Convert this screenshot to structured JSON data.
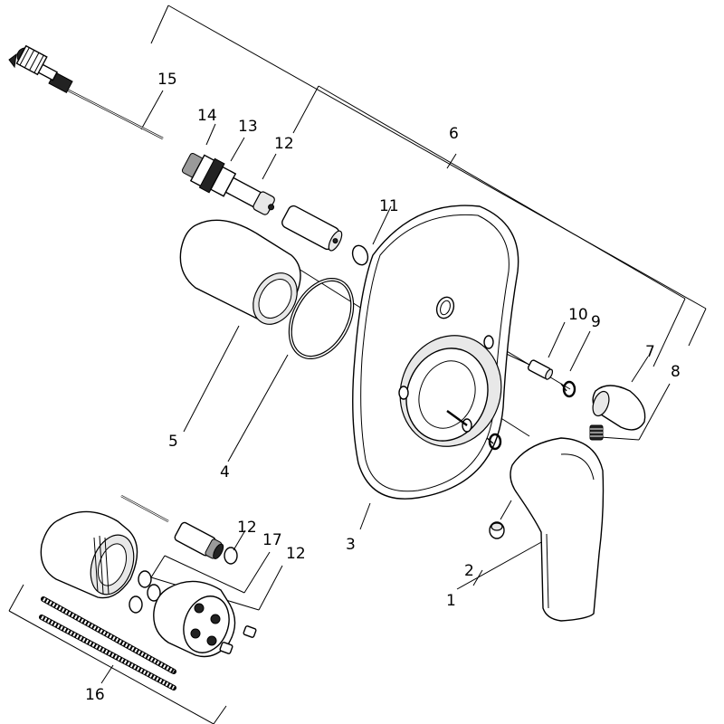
{
  "part_labels": [
    "15",
    "14",
    "13",
    "12",
    "6",
    "11",
    "10",
    "9",
    "7",
    "8",
    "5",
    "4",
    "3",
    "2",
    "1",
    "12",
    "17",
    "12",
    "16"
  ]
}
